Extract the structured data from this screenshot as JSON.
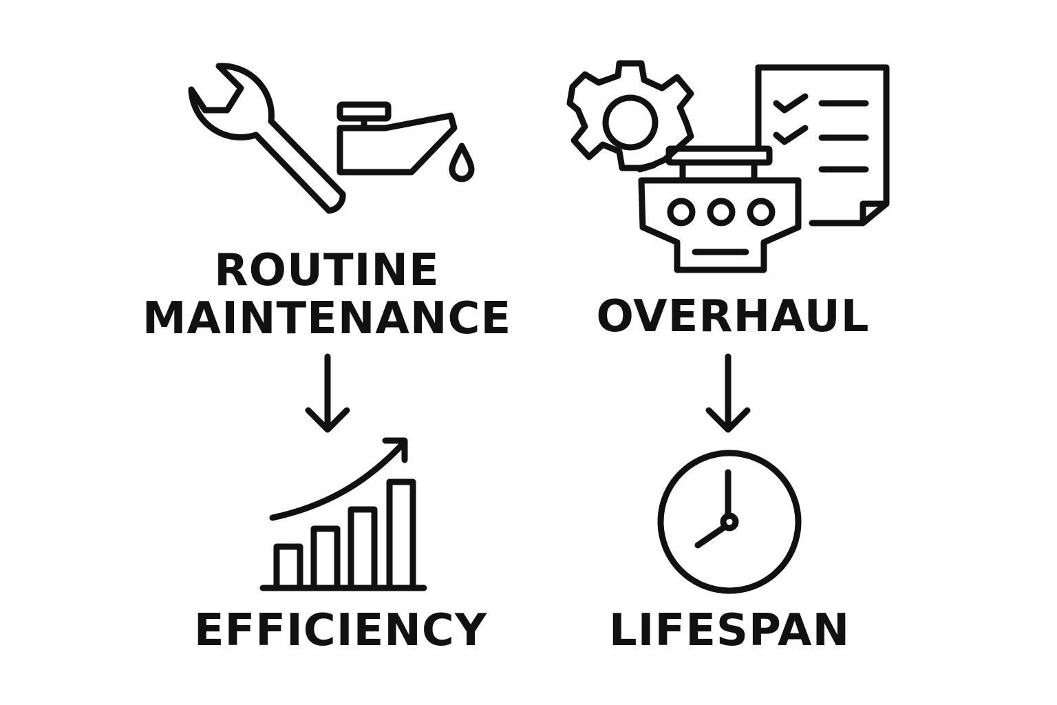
{
  "nodes": {
    "routine_maintenance": {
      "line1": "ROUTINE",
      "line2": "MAINTENANCE",
      "icons": [
        "wrench-icon",
        "oil-can-icon",
        "oil-drop-icon"
      ]
    },
    "overhaul": {
      "label": "OVERHAUL",
      "icons": [
        "gear-icon",
        "checklist-icon",
        "engine-icon"
      ]
    },
    "efficiency": {
      "label": "EFFICIENCY",
      "icons": [
        "rising-bar-chart-icon"
      ]
    },
    "lifespan": {
      "label": "LIFESPAN",
      "icons": [
        "clock-icon"
      ]
    }
  },
  "edges": [
    {
      "from": "routine_maintenance",
      "to": "efficiency"
    },
    {
      "from": "overhaul",
      "to": "lifespan"
    }
  ],
  "colors": {
    "stroke": "#111111",
    "background": "#ffffff"
  }
}
